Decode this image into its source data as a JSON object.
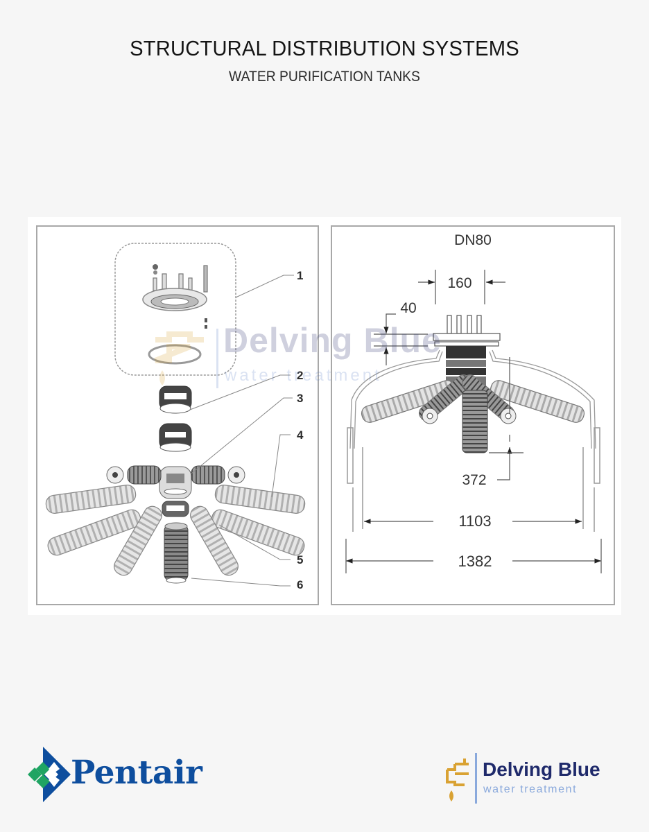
{
  "header": {
    "title": "STRUCTURAL DISTRIBUTION SYSTEMS",
    "subtitle": "WATER PURIFICATION TANKS"
  },
  "exploded_view": {
    "callouts": [
      "1",
      "2",
      "3",
      "4",
      "5",
      "6"
    ]
  },
  "dimension_view": {
    "label": "DN80",
    "dimensions": {
      "flange_width": "160",
      "flange_height": "40",
      "depth": "372",
      "inner_span": "1103",
      "outer_span": "1382"
    }
  },
  "watermark": {
    "name": "Delving Blue",
    "tagline": "water treatment"
  },
  "footer": {
    "left_logo": {
      "text": "Pentair",
      "color_primary": "#0e4e9e",
      "color_accent": "#1fa463"
    },
    "right_logo": {
      "name": "Delving Blue",
      "tagline": "water treatment",
      "icon_color": "#d9a233",
      "name_color": "#1f2a6b",
      "tagline_color": "#8aa9dc"
    }
  }
}
